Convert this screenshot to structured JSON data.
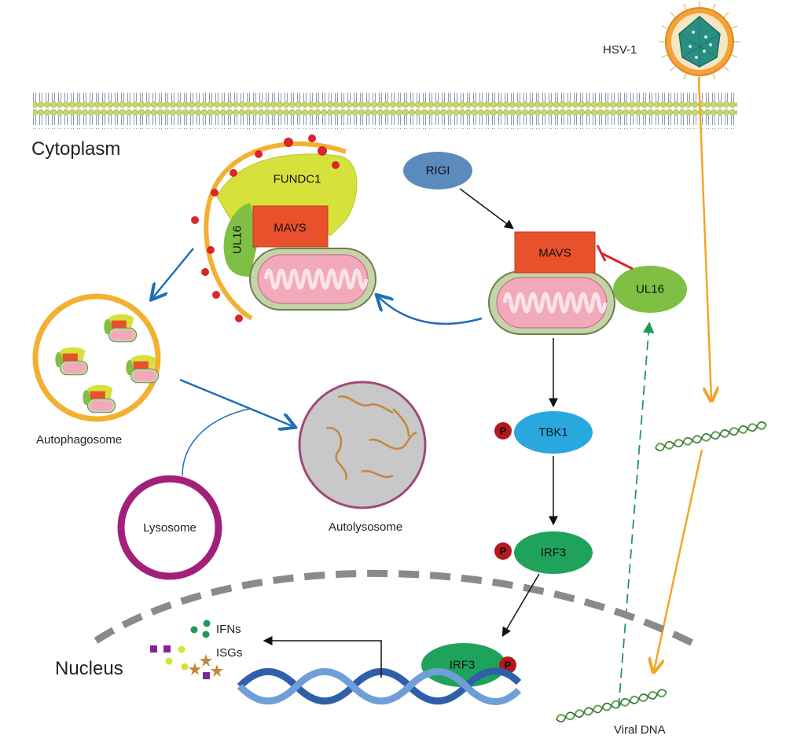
{
  "labels": {
    "virus": "HSV-1",
    "cytoplasm": "Cytoplasm",
    "nucleus": "Nucleus",
    "autophagosome": "Autophagosome",
    "autolysosome": "Autolysosome",
    "lysosome": "Lysosome",
    "viral_dna": "Viral DNA",
    "ifns": "IFNs",
    "isgs": "ISGs"
  },
  "nodes": {
    "rigi": "RIGI",
    "mavs_right": "MAVS",
    "ul16_right": "UL16",
    "tbk1": "TBK1",
    "irf3_cyto": "IRF3",
    "irf3_nuc": "IRF3",
    "phospho": "P",
    "fundc1": "FUNDC1",
    "mavs_left": "MAVS",
    "ul16_left": "UL16"
  },
  "colors": {
    "membrane": "#b9cc56",
    "phagophore": "#f2b130",
    "red_dots": "#d9262b",
    "fundc1": "#d6e23b",
    "mavs": "#e8512c",
    "ul16": "#7fbf43",
    "mito_outer": "#c5d4a8",
    "mito_inner": "#f2aabb",
    "rigi": "#5b8bbd",
    "tbk1": "#29a8e0",
    "irf3": "#1fa35c",
    "phospho": "#b5171d",
    "lysosome": "#a3207a",
    "autolysosome": "#c8c8c8",
    "dna_helix": "#2e5fa8",
    "viral_dna": "#7abf4a",
    "arrow_blue": "#1f6fb8",
    "arrow_orange": "#f2a52a",
    "inhibit": "#d9262b",
    "dashed_green": "#1f9a55"
  },
  "icons": [
    "virus-icon",
    "membrane-icon",
    "mitochondrion-icon",
    "dna-helix-icon",
    "viral-dna-icon"
  ]
}
